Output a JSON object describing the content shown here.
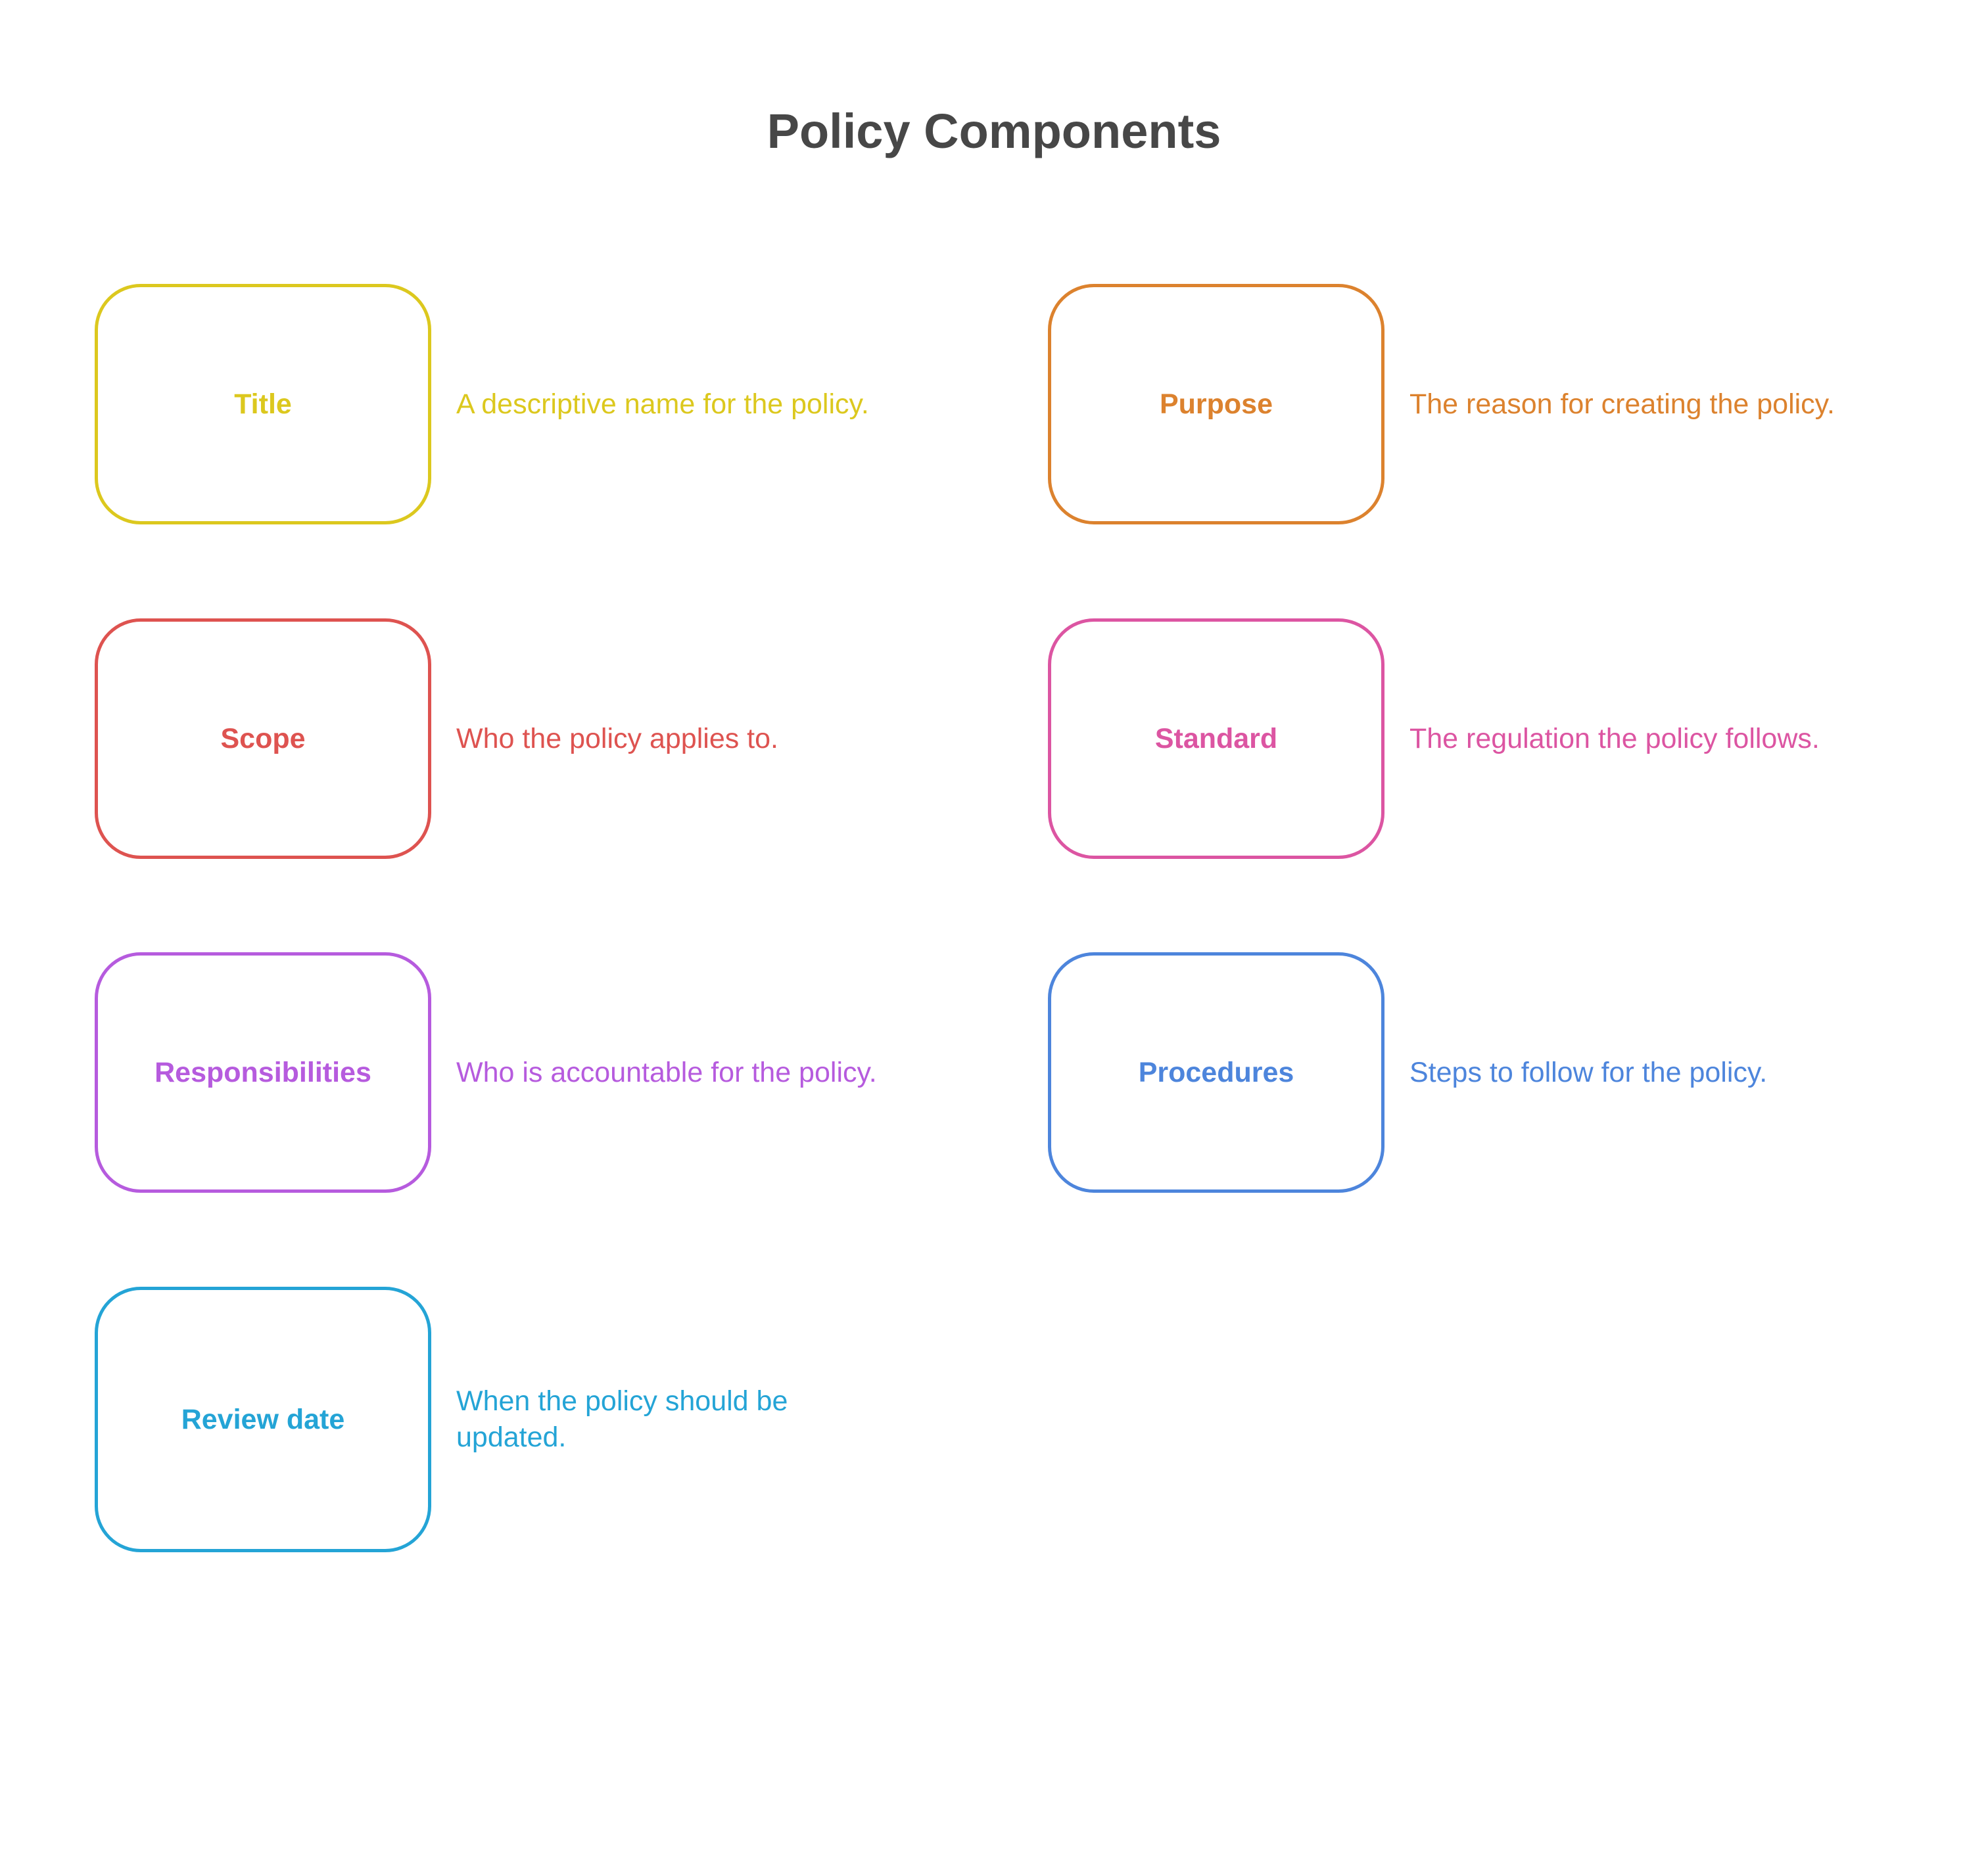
{
  "title": "Policy Components",
  "components": [
    {
      "label": "Title",
      "description": "A descriptive name for the policy.",
      "color": "#DCC81E"
    },
    {
      "label": "Purpose",
      "description": "The reason for creating the policy.",
      "color": "#DC822E"
    },
    {
      "label": "Scope",
      "description": "Who the policy applies to.",
      "color": "#DE5350"
    },
    {
      "label": "Standard",
      "description": "The regulation the policy follows.",
      "color": "#DC55A2"
    },
    {
      "label": "Responsibilities",
      "description": "Who is accountable for the policy.",
      "color": "#B65BDE"
    },
    {
      "label": "Procedures",
      "description": "Steps to follow for the policy.",
      "color": "#4D85DC"
    },
    {
      "label": "Review date",
      "description": "When the policy should be updated.",
      "color": "#24A4D6"
    }
  ]
}
